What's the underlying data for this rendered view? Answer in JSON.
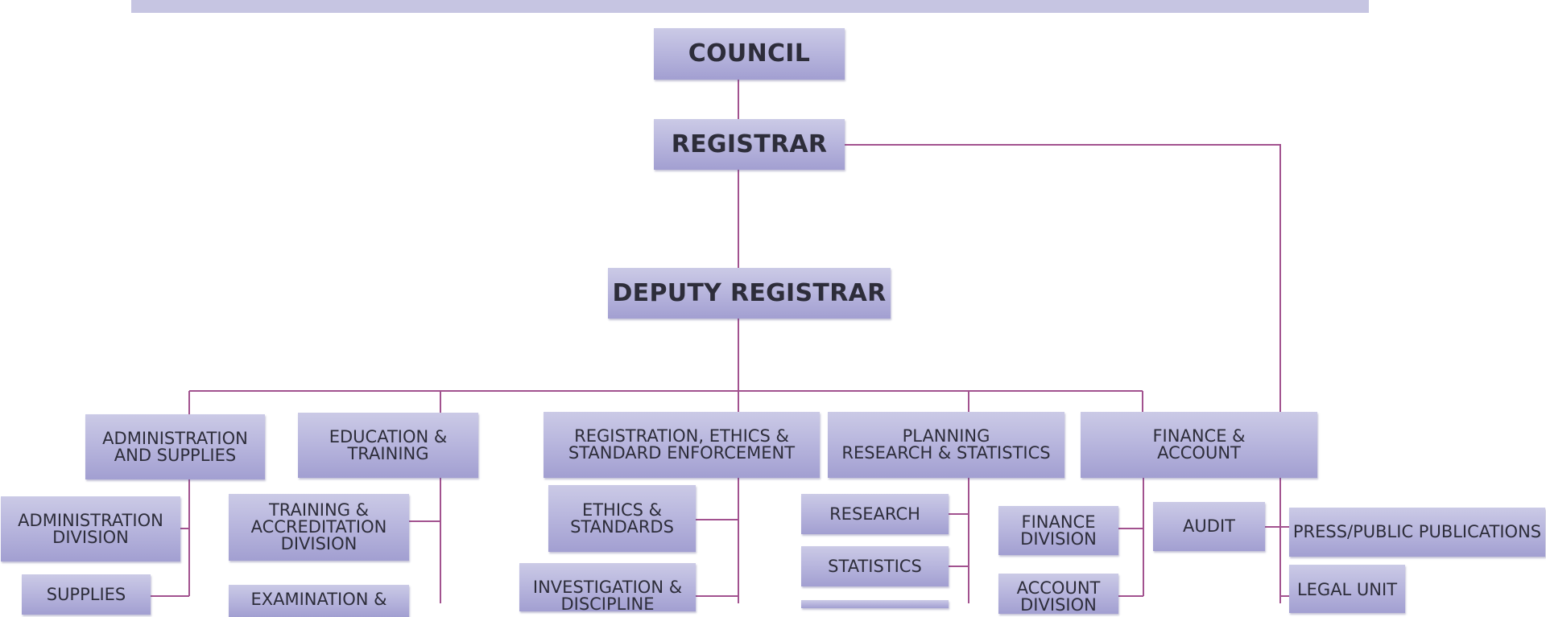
{
  "chart": {
    "council": "COUNCIL",
    "registrar": "REGISTRAR",
    "deputy_registrar": "DEPUTY REGISTRAR",
    "departments": {
      "admin_supplies": "ADMINISTRATION\nAND SUPPLIES",
      "education_training": "EDUCATION &\nTRAINING",
      "registration_ethics": "REGISTRATION, ETHICS &\nSTANDARD ENFORCEMENT",
      "planning_research": "PLANNING\nRESEARCH & STATISTICS",
      "finance_account": "FINANCE &\nACCOUNT"
    },
    "units": {
      "administration_division": "ADMINISTRATION\nDIVISION",
      "supplies": "SUPPLIES",
      "training_accreditation": "TRAINING &\nACCREDITATION\nDIVISION",
      "examination": "EXAMINATION &",
      "ethics_standards": "ETHICS &\nSTANDARDS",
      "investigation_discipline": "INVESTIGATION &\nDISCIPLINE",
      "research": "RESEARCH",
      "statistics": "STATISTICS",
      "finance_division": "FINANCE\nDIVISION",
      "account_division": "ACCOUNT\nDIVISION",
      "audit": "AUDIT",
      "press_publications": "PRESS/PUBLIC PUBLICATIONS",
      "legal_unit": "LEGAL UNIT"
    }
  }
}
